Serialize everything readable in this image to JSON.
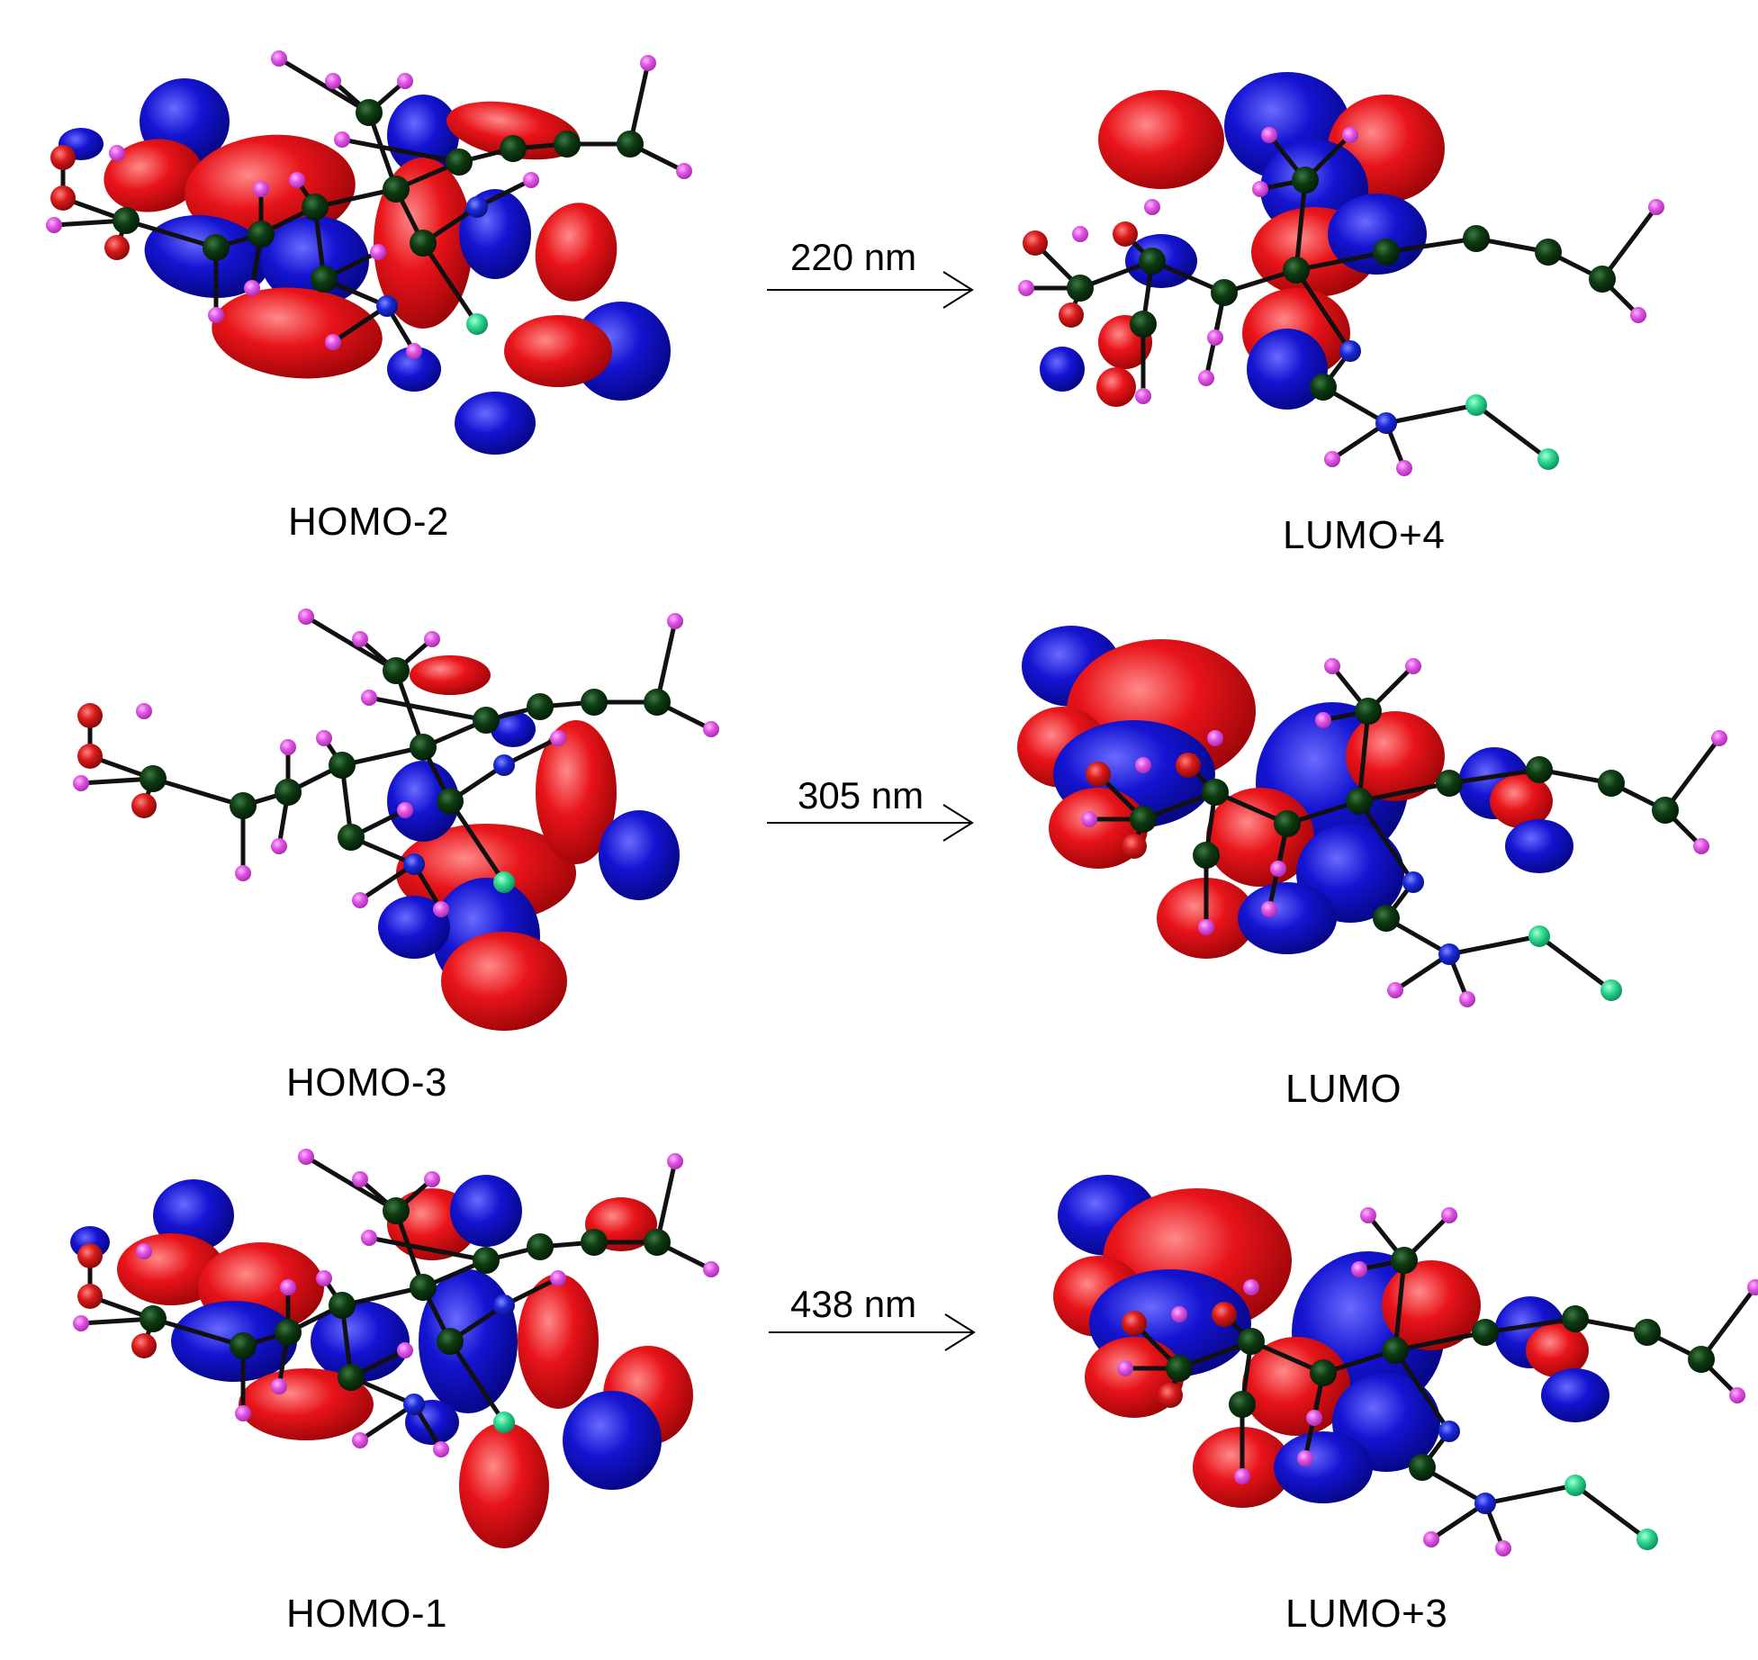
{
  "colors": {
    "positive_lobe": "#e8141a",
    "negative_lobe": "#1414d2",
    "carbon": "#0e3a12",
    "hydrogen": "#e055e6",
    "nitrogen": "#1a2ad8",
    "oxygen": "#d81a1a",
    "fluorine": "#2fd68e",
    "bond": "#111111"
  },
  "transitions": [
    {
      "wavelength": "220 nm",
      "from": {
        "label": "HOMO-2",
        "icon": "homo-2-orbital-icon"
      },
      "to": {
        "label": "LUMO+4",
        "icon": "lumo-plus-4-orbital-icon"
      }
    },
    {
      "wavelength": "305 nm",
      "from": {
        "label": "HOMO-3",
        "icon": "homo-3-orbital-icon"
      },
      "to": {
        "label": "LUMO",
        "icon": "lumo-orbital-icon"
      }
    },
    {
      "wavelength": "438 nm",
      "from": {
        "label": "HOMO-1",
        "icon": "homo-1-orbital-icon"
      },
      "to": {
        "label": "LUMO+3",
        "icon": "lumo-plus-3-orbital-icon"
      }
    }
  ]
}
